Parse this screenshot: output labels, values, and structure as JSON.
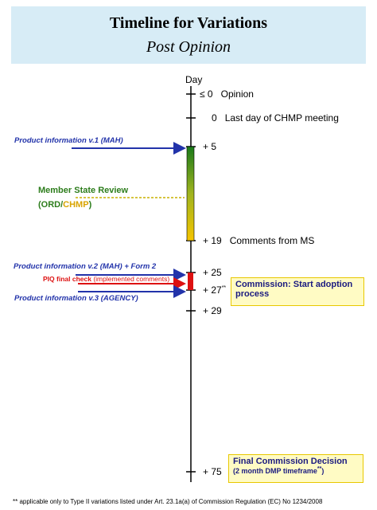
{
  "header": {
    "title": "Timeline for Variations",
    "subtitle": "Post Opinion"
  },
  "axis_label": "Day",
  "ticks": [
    {
      "label": "≤  0",
      "desc": "Opinion"
    },
    {
      "label": "0",
      "desc": "Last day of CHMP meeting"
    },
    {
      "label": "+ 5",
      "desc": ""
    },
    {
      "label": "+ 19",
      "desc": "Comments from MS"
    },
    {
      "label": "+ 25",
      "desc": ""
    },
    {
      "label": "+ 27",
      "note": "**"
    },
    {
      "label": "+ 29",
      "desc": ""
    },
    {
      "label": "+ 75",
      "desc": ""
    }
  ],
  "arrows": {
    "pi1": "Product information v.1 (MAH)",
    "pi2": "Product information v.2 (MAH) + Form 2",
    "piq_bold": "PIQ final check",
    "piq_rest": " (implemented comments)",
    "pi3": "Product information v.3 (AGENCY)"
  },
  "review": {
    "title": "Member State Review",
    "ord": "(ORD/",
    "chmp": "CHMP",
    "close": ")"
  },
  "boxes": {
    "commission_line1": "Commission: Start adoption",
    "commission_line2": "process",
    "final_line1": "Final Commission Decision",
    "final_line2": "(2 month DMP timeframe",
    "final_note": "**",
    "final_close": ")"
  },
  "footnote": "** applicable only to Type II variations listed under Art. 23.1a(a) of Commission Regulation (EC) No 1234/2008",
  "colors": {
    "blue": "#2233aa",
    "red": "#dd1111",
    "green": "#2d7d1c",
    "yellow": "#e8c800",
    "header_bg": "#d7ecf6"
  }
}
